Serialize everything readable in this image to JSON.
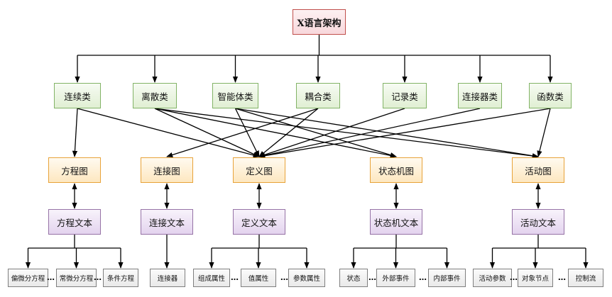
{
  "root": {
    "label": "X语言架构"
  },
  "classes": [
    {
      "key": "continuous",
      "label": "连续类"
    },
    {
      "key": "discrete",
      "label": "离散类"
    },
    {
      "key": "agent",
      "label": "智能体类"
    },
    {
      "key": "coupling",
      "label": "耦合类"
    },
    {
      "key": "record",
      "label": "记录类"
    },
    {
      "key": "connector",
      "label": "连接器类"
    },
    {
      "key": "function",
      "label": "函数类"
    }
  ],
  "graphs": [
    {
      "key": "equation",
      "label": "方程图"
    },
    {
      "key": "connection",
      "label": "连接图"
    },
    {
      "key": "definition",
      "label": "定义图"
    },
    {
      "key": "statemachine",
      "label": "状态机图"
    },
    {
      "key": "activity",
      "label": "活动图"
    }
  ],
  "texts": [
    {
      "key": "equation",
      "label": "方程文本"
    },
    {
      "key": "connection",
      "label": "连接文本"
    },
    {
      "key": "definition",
      "label": "定义文本"
    },
    {
      "key": "statemachine",
      "label": "状态机文本"
    },
    {
      "key": "activity",
      "label": "活动文本"
    }
  ],
  "leaves": [
    {
      "label": "偏微分方程"
    },
    {
      "label": "常微分方程"
    },
    {
      "label": "条件方程"
    },
    {
      "label": "连接器"
    },
    {
      "label": "组成属性"
    },
    {
      "label": "值属性"
    },
    {
      "label": "参数属性"
    },
    {
      "label": "状态"
    },
    {
      "label": "外部事件"
    },
    {
      "label": "内部事件"
    },
    {
      "label": "活动参数"
    },
    {
      "label": "对象节点"
    },
    {
      "label": "控制流"
    }
  ],
  "ellipsis": "…",
  "colors": {
    "root_border": "#c0504d",
    "class_border": "#82b366",
    "graph_border": "#e8a33a",
    "text_border": "#9673a6",
    "leaf_border": "#7f7f7f",
    "line": "#000000"
  },
  "relations": [
    [
      "continuous",
      "equation"
    ],
    [
      "continuous",
      "definition"
    ],
    [
      "discrete",
      "definition"
    ],
    [
      "discrete",
      "statemachine"
    ],
    [
      "discrete",
      "activity"
    ],
    [
      "agent",
      "definition"
    ],
    [
      "agent",
      "statemachine"
    ],
    [
      "agent",
      "activity"
    ],
    [
      "coupling",
      "connection"
    ],
    [
      "coupling",
      "definition"
    ],
    [
      "record",
      "definition"
    ],
    [
      "connector",
      "definition"
    ],
    [
      "function",
      "definition"
    ],
    [
      "function",
      "activity"
    ]
  ]
}
